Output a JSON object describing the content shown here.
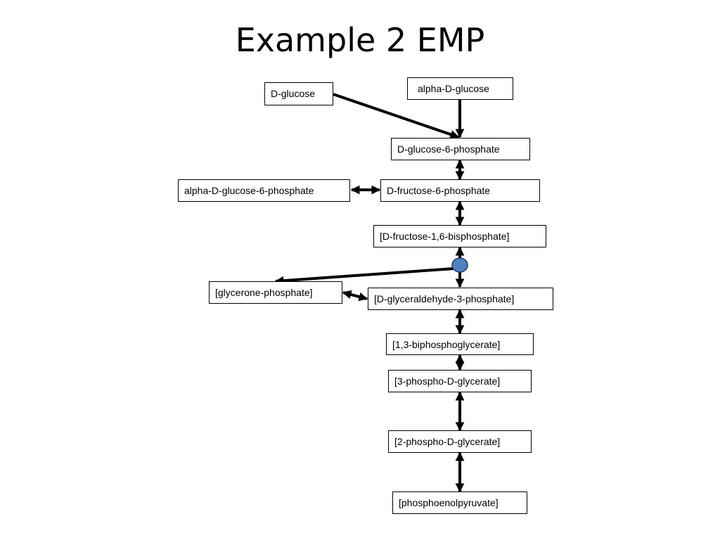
{
  "title": "Example 2 EMP",
  "colors": {
    "line": "#000000",
    "junction_fill": "#4f81bd",
    "junction_stroke": "#1f3864"
  },
  "nodes": {
    "d_glucose": "D-glucose",
    "alpha_d_glucose": "alpha-D-glucose",
    "g6p": "D-glucose-6-phosphate",
    "alpha_g6p": "alpha-D-glucose-6-phosphate",
    "f6p": "D-fructose-6-phosphate",
    "f16bp": "[D-fructose-1,6-bisphosphate]",
    "glycerone_p": "[glycerone-phosphate]",
    "g3p": "[D-glyceraldehyde-3-phosphate]",
    "bpg13": "[1,3-biphosphoglycerate]",
    "pg3": "[3-phospho-D-glycerate]",
    "pg2": "[2-phospho-D-glycerate]",
    "pep": "[phosphoenolpyruvate]"
  }
}
